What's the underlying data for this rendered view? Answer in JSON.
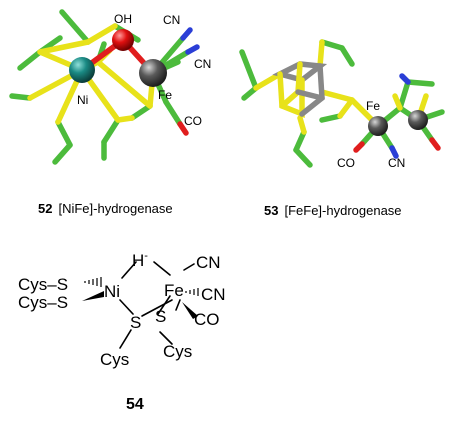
{
  "struct52": {
    "labels": {
      "oh": "OH",
      "cn1": "CN",
      "cn2": "CN",
      "ni": "Ni",
      "fe": "Fe",
      "co": "CO"
    },
    "caption_num": "52",
    "caption_text": "[NiFe]-hydrogenase"
  },
  "struct53": {
    "labels": {
      "fe": "Fe",
      "co": "CO",
      "cn": "CN"
    },
    "caption_num": "53",
    "caption_text": "[FeFe]-hydrogenase"
  },
  "struct54": {
    "hydride": "H",
    "hydride_charge": "-",
    "cn_top": "CN",
    "cys_s_1": "Cys–S",
    "cys_s_2": "Cys–S",
    "ni": "Ni",
    "fe": "Fe",
    "cn_right": "CN",
    "co": "CO",
    "s_left": "S",
    "s_right": "S",
    "cys_bottom_left": "Cys",
    "cys_bottom_right": "Cys",
    "label": "54"
  },
  "colors": {
    "carbon_stick": "#4cbb3c",
    "sulfur_stick": "#e8e21a",
    "nickel": "#1a7f7a",
    "iron": "#555555",
    "oxygen": "#e01e1e",
    "nitrogen": "#2a3ed6",
    "hydride": "#e0283c"
  }
}
